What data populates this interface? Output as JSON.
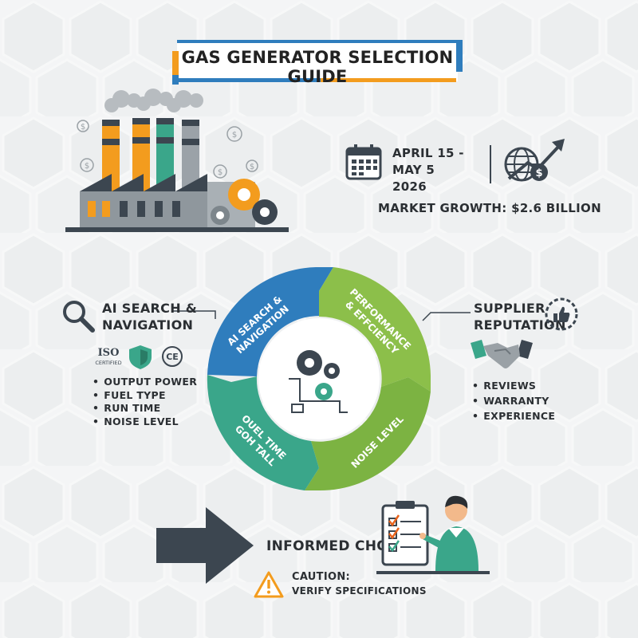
{
  "title": "GAS GENERATOR SELECTION GUIDE",
  "event": {
    "dates_line1": "APRIL 15 - MAY 5",
    "dates_line2": "2026",
    "market_growth": "MARKET GROWTH: $2.6 BILLION"
  },
  "left_panel": {
    "heading_line1": "AI SEARCH &",
    "heading_line2": "NAVIGATION",
    "badges": {
      "iso": "ISO",
      "iso_sub": "CERTIFIED",
      "ce": "CE"
    },
    "items": [
      "OUTPUT POWER",
      "FUEL TYPE",
      "RUN TIME",
      "NOISE LEVEL"
    ]
  },
  "right_panel": {
    "heading_line1": "SUPPLIER",
    "heading_line2": "REPUTATION",
    "items": [
      "REVIEWS",
      "WARRANTY",
      "EXPERIENCE"
    ]
  },
  "cycle": {
    "segments": [
      {
        "line1": "AI SEARCH &",
        "line2": "NAVIGATION",
        "color": "#2f7dbd"
      },
      {
        "line1": "PERFORMANCE",
        "line2": "& EFFCIENCY",
        "color": "#8cbf4a"
      },
      {
        "line1": "NOISE LEVEL",
        "line2": "",
        "color": "#7cb342"
      },
      {
        "line1": "OUEL TIME",
        "line2": "GOH TALL",
        "color": "#3aa68a"
      }
    ]
  },
  "bottom": {
    "informed_choice": "INFORMED CHOICE",
    "caution_title": "CAUTION:",
    "caution_body": "VERIFY SPECIFICATIONS"
  },
  "colors": {
    "blue": "#2f7dbd",
    "orange": "#f39c1e",
    "teal": "#3aa68a",
    "green": "#8cbf4a",
    "dark": "#3c4650"
  },
  "icons": [
    "factory-icon",
    "gear-icon",
    "dollar-coin-icon",
    "calendar-icon",
    "globe-growth-icon",
    "magnifier-icon",
    "shield-icon",
    "thumbs-up-icon",
    "handshake-icon",
    "arrow-right-icon",
    "warning-icon",
    "person-checklist-icon"
  ]
}
